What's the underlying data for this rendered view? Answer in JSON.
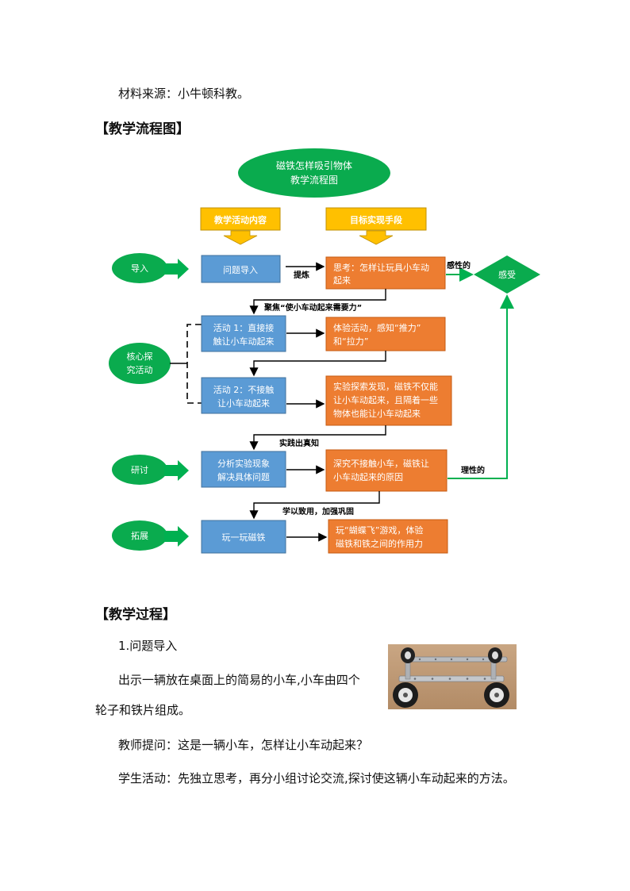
{
  "intro": {
    "source": "材料来源：小牛顿科教。"
  },
  "sections": {
    "flowchart_heading": "【教学流程图】",
    "process_heading": "【教学过程】"
  },
  "flowchart": {
    "title_line1": "磁铁怎样吸引物体",
    "title_line2": "教学流程图",
    "col_header_content": "教学活动内容",
    "col_header_means": "目标实现手段",
    "stages": {
      "intro": "导入",
      "core_line1": "核心探",
      "core_line2": "究活动",
      "discuss": "研讨",
      "extend": "拓展"
    },
    "activities": {
      "a1": "问题导入",
      "a2_line1": "活动 1：直接接",
      "a2_line2": "触让小车动起来",
      "a3_line1": "活动 2：不接触",
      "a3_line2": "让小车动起来",
      "a4_line1": "分析实验现象",
      "a4_line2": "解决具体问题",
      "a5": "玩一玩磁铁"
    },
    "means": {
      "m1_line1": "思考：怎样让玩具小车动",
      "m1_line2": "起来",
      "m2_line1": "体验活动，感知“推力”",
      "m2_line2": "和“拉力”",
      "m3_line1": "实验探索发现，磁铁不仅能",
      "m3_line2": "让小车动起来，且隔着一些",
      "m3_line3": "物体也能让小车动起来",
      "m4_line1": "深究不接触小车，磁铁让",
      "m4_line2": "小车动起来的原因",
      "m5_line1": "玩“蝴蝶飞”游戏，体验",
      "m5_line2": "磁铁和铁之间的作用力"
    },
    "links": {
      "refine": "提炼",
      "focus": "聚焦“使小车动起来需要力”",
      "practice": "实践出真知",
      "apply": "学以致用，加强巩固",
      "perceptual": "感性的",
      "rational": "理性的"
    },
    "feeling": "感受",
    "colors": {
      "green": "#0aab4e",
      "blue": "#5b9bd5",
      "orange": "#ed7d31",
      "yellow": "#ffc000",
      "arrow_green": "#00b050"
    }
  },
  "process": {
    "step1_title": "1.问题导入",
    "para1_line1": "出示一辆放在桌面上的简易的小车,小车由四个",
    "para1_line2": "轮子和铁片组成。",
    "teacher_q": "教师提问：这是一辆小车，怎样让小车动起来？",
    "student_act": "学生活动：先独立思考，再分小组讨论交流,探讨使这辆小车动起来的方法。"
  }
}
